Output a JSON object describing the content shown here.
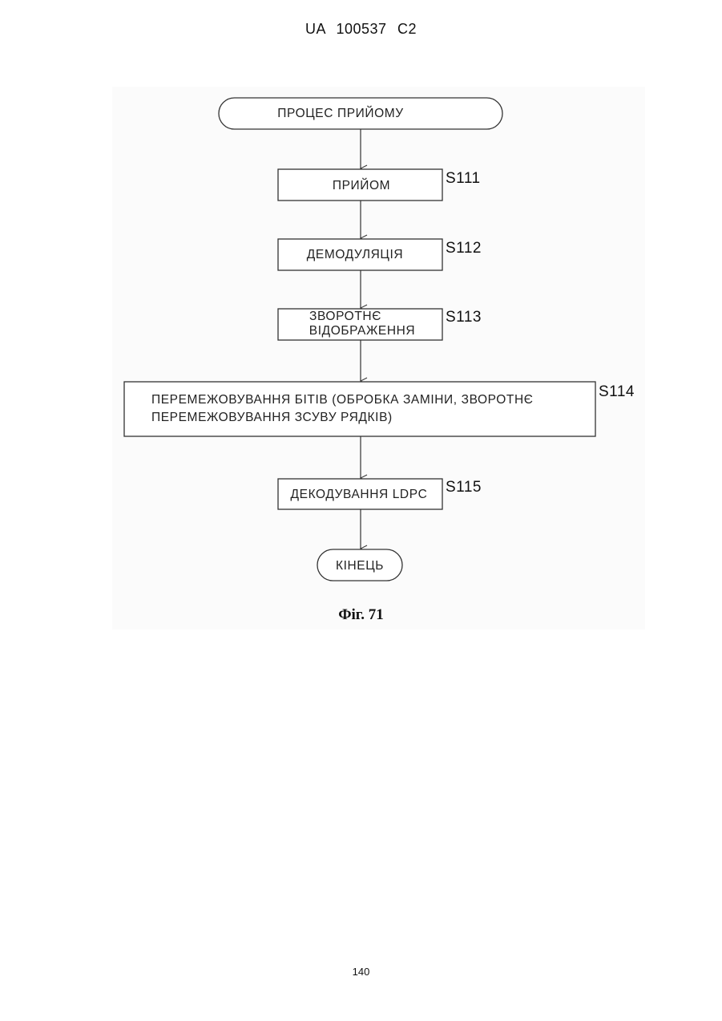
{
  "header": {
    "patent_id": "UA   100537   C2"
  },
  "flowchart": {
    "start": "ПРОЦЕС ПРИЙОМУ",
    "steps": [
      {
        "id": "S111",
        "lines": [
          "ПРИЙОМ"
        ]
      },
      {
        "id": "S112",
        "lines": [
          "ДЕМОДУЛЯЦІЯ"
        ]
      },
      {
        "id": "S113",
        "lines": [
          "ЗВОРОТНЄ",
          "ВІДОБРАЖЕННЯ"
        ]
      },
      {
        "id": "S114",
        "lines": [
          "ПЕРЕМЕЖОВУВАННЯ БІТІВ (ОБРОБКА ЗАМІНИ, ЗВОРОТНЄ",
          "ПЕРЕМЕЖОВУВАННЯ ЗСУВУ РЯДКІВ)"
        ]
      },
      {
        "id": "S115",
        "lines": [
          "ДЕКОДУВАННЯ LDPC"
        ]
      }
    ],
    "end": "КІНЕЦЬ"
  },
  "figure": {
    "caption": "Фіг. 71"
  },
  "footer": {
    "page_number": "140"
  },
  "colors": {
    "stroke": "#333333",
    "text": "#222222"
  }
}
